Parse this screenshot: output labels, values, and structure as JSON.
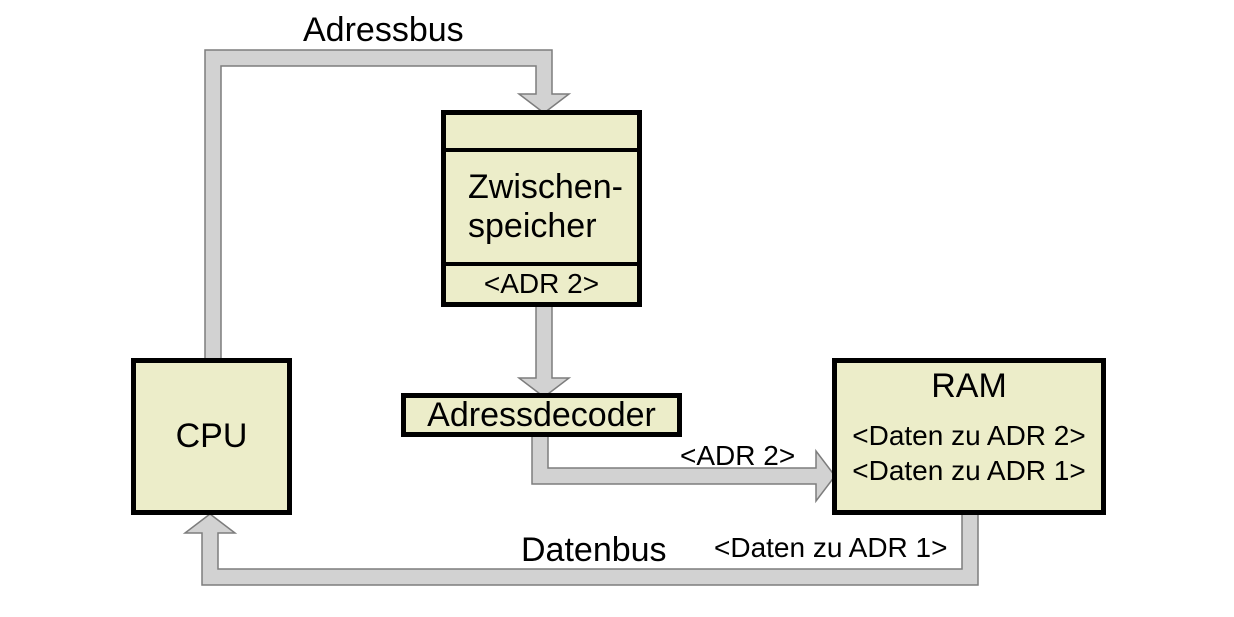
{
  "diagram": {
    "title": "CPU / RAM address and data bus diagram",
    "colors": {
      "background": "#ffffff",
      "box_fill": "#ecedc9",
      "box_border": "#000000",
      "bus_fill": "#d2d2d2",
      "bus_outline": "#7d7d7d",
      "text": "#000000"
    },
    "bus_labels": {
      "adressbus": "Adressbus",
      "datenbus": "Datenbus",
      "adr2_on_bus": "<ADR 2>",
      "daten_adr1_on_bus": "<Daten zu ADR 1>"
    },
    "nodes": {
      "cpu": {
        "label": "CPU"
      },
      "zwischenspeicher": {
        "label_line1": "Zwischen-",
        "label_line2": "speicher",
        "adr_value": "<ADR 2>"
      },
      "adressdecoder": {
        "label": "Adressdecoder"
      },
      "ram": {
        "title": "RAM",
        "content_line1": "<Daten zu ADR 2>",
        "content_line2": "<Daten zu ADR 1>"
      }
    },
    "arrows": [
      {
        "name": "adressbus-arrow",
        "from": "cpu-top",
        "to": "zwischenspeicher-top"
      },
      {
        "name": "zwischenspeicher-to-adressdecoder-arrow",
        "from": "zwischenspeicher-bottom",
        "to": "adressdecoder-top"
      },
      {
        "name": "adressdecoder-to-ram-arrow",
        "from": "adressdecoder-bottom",
        "to": "ram-left"
      },
      {
        "name": "datenbus-arrow",
        "from": "ram-bottom",
        "to": "cpu-bottom"
      }
    ]
  }
}
